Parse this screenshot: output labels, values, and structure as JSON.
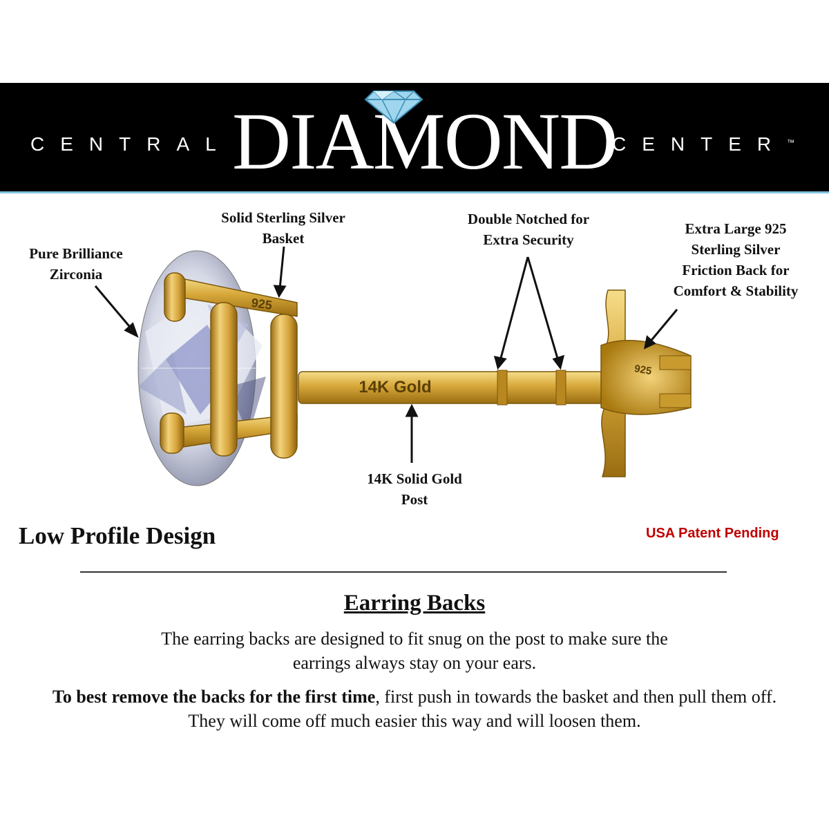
{
  "brand": {
    "left": "CENTRAL",
    "main": "DIAMOND",
    "right": "CENTER",
    "tm": "™",
    "accent_color": "#7fc2e0"
  },
  "callouts": {
    "zirconia": [
      "Pure Brilliance",
      "Zirconia"
    ],
    "basket": [
      "Solid Sterling Silver",
      "Basket"
    ],
    "notched": [
      "Double Notched for",
      "Extra Security"
    ],
    "friction": [
      "Extra Large 925",
      "Sterling Silver",
      "Friction Back for",
      "Comfort & Stability"
    ],
    "post": [
      "14K Solid Gold",
      "Post"
    ]
  },
  "engravings": {
    "basket": "925",
    "post": "14K Gold",
    "back": "925"
  },
  "low_profile": "Low Profile Design",
  "patent": "USA Patent Pending",
  "patent_color": "#c00000",
  "section": {
    "title": "Earring Backs",
    "para1": "The earring backs are designed to fit snug on the post to make sure the earrings always stay on your ears.",
    "para2_bold": "To best remove the backs for the first time",
    "para2_rest": ", first push in towards the basket and then pull them off. They will come off much easier this way and will loosen them."
  }
}
